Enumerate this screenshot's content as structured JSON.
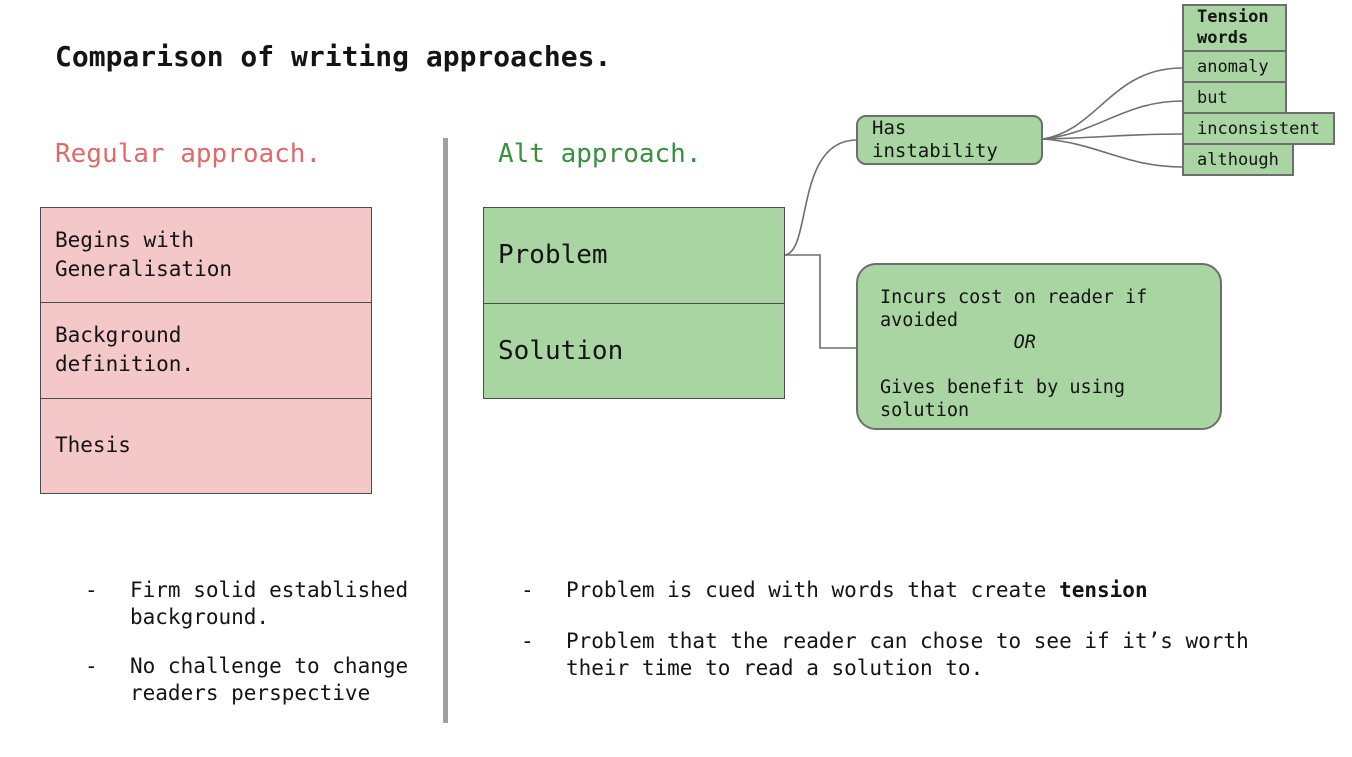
{
  "title": "Comparison of writing approaches.",
  "colors": {
    "regular_heading": "#e06a6a",
    "alt_heading": "#38913d",
    "pink_fill": "#f4c8c8",
    "green_fill": "#a9d5a2",
    "cell_border": "#4d4d4d",
    "bubble_border": "#6e6e6e",
    "connector": "#6e6e6e",
    "divider": "#a1a1a1",
    "text": "#141414"
  },
  "left": {
    "heading": "Regular approach.",
    "cells": [
      "Begins with\nGeneralisation",
      "Background\ndefinition.",
      "Thesis"
    ],
    "bullet_marker": "-",
    "bullets": [
      {
        "segments": [
          {
            "text": "Firm solid established\nbackground."
          }
        ]
      },
      {
        "segments": [
          {
            "text": "No challenge to change\nreaders perspective"
          }
        ]
      }
    ]
  },
  "right": {
    "heading": "Alt approach.",
    "cells": [
      "Problem",
      "Solution"
    ],
    "bullet_marker": "-",
    "bullets": [
      {
        "segments": [
          {
            "text": "Problem is cued with words that create "
          },
          {
            "text": "tension",
            "bold": true
          }
        ]
      },
      {
        "segments": [
          {
            "text": "Problem that the reader can chose to see if it’s worth\ntheir time to read a solution to."
          }
        ]
      }
    ]
  },
  "nodes": {
    "has_instability": "Has\ninstability",
    "tension_header": "Tension\nwords",
    "tension_items": [
      "anomaly",
      "but",
      "inconsistent",
      "although"
    ],
    "or_box_lines": [
      {
        "text": "Incurs cost on reader if"
      },
      {
        "text": "avoided"
      },
      {
        "text": "            OR",
        "italic": true
      },
      {
        "text": ""
      },
      {
        "text": "Gives benefit by using"
      },
      {
        "text": "solution"
      }
    ]
  }
}
